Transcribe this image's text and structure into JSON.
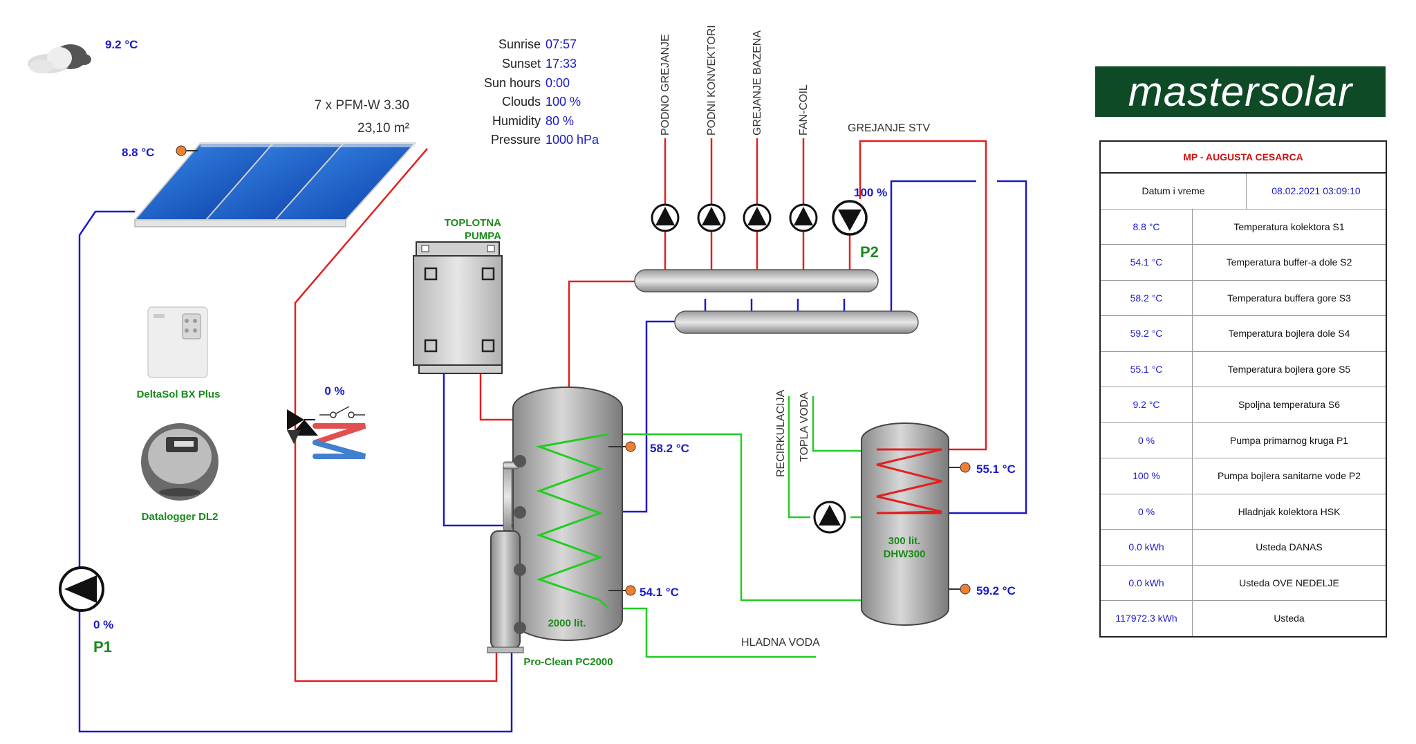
{
  "weather": {
    "outdoor_temp": "9.2 °C",
    "icon": "cloudy-icon"
  },
  "sun_info": [
    {
      "label": "Sunrise",
      "value": "07:57"
    },
    {
      "label": "Sunset",
      "value": "17:33"
    },
    {
      "label": "Sun hours",
      "value": "0:00"
    },
    {
      "label": "Clouds",
      "value": "100 %"
    },
    {
      "label": "Humidity",
      "value": "80 %"
    },
    {
      "label": "Pressure",
      "value": "1000 hPa"
    }
  ],
  "collector": {
    "model": "7 x PFM-W 3.30",
    "area": "23,10 m²",
    "temp": "8.8 °C"
  },
  "heat_pump_label": [
    "TOPLOTNA",
    "PUMPA"
  ],
  "circuits": [
    "PODNO GREJANJE",
    "PODNI KONVEKTORI",
    "GREJANJE BAZENA",
    "FAN-COIL"
  ],
  "stv_label": "GREJANJE STV",
  "pump_p2": {
    "name": "P2",
    "value": "100 %"
  },
  "pump_p1": {
    "name": "P1",
    "value": "0 %"
  },
  "cooler": {
    "value": "0 %"
  },
  "devices": {
    "controller": "DeltaSol BX Plus",
    "datalogger": "Datalogger DL2"
  },
  "buffer_tank": {
    "capacity": "2000 lit.",
    "model": "Pro-Clean PC2000",
    "temp_top": "58.2 °C",
    "temp_bottom": "54.1 °C"
  },
  "dhw_tank": {
    "capacity": "300 lit.",
    "model": "DHW300",
    "temp_top": "55.1 °C",
    "temp_bottom": "59.2 °C"
  },
  "pipe_labels": {
    "recirculation": "RECIRKULACIJA",
    "hot_water": "TOPLA VODA",
    "cold_water": "HLADNA VODA"
  },
  "brand": "mastersolar",
  "status": {
    "title": "MP - AUGUSTA CESARCA",
    "datetime_label": "Datum i vreme",
    "datetime_value": "08.02.2021 03:09:10",
    "rows": [
      {
        "value": "8.8 °C",
        "label": "Temperatura kolektora S1"
      },
      {
        "value": "54.1 °C",
        "label": "Temperatura buffer-a dole S2"
      },
      {
        "value": "58.2 °C",
        "label": "Temperatura buffera gore S3"
      },
      {
        "value": "59.2 °C",
        "label": "Temperatura bojlera dole S4"
      },
      {
        "value": "55.1 °C",
        "label": "Temperatura bojlera gore S5"
      },
      {
        "value": "9.2 °C",
        "label": "Spoljna temperatura S6"
      },
      {
        "value": "0 %",
        "label": "Pumpa primarnog kruga P1"
      },
      {
        "value": "100 %",
        "label": "Pumpa bojlera sanitarne vode P2"
      },
      {
        "value": "0 %",
        "label": "Hladnjak kolektora HSK"
      },
      {
        "value": "0.0 kWh",
        "label": "Usteda DANAS"
      },
      {
        "value": "0.0 kWh",
        "label": "Usteda OVE NEDELJE"
      },
      {
        "value": "117972.3 kWh",
        "label": "Usteda"
      }
    ]
  },
  "colors": {
    "hot": "#e02020",
    "cold": "#1a1ac8",
    "loop": "#22cc22",
    "label_green": "#1a8a1a",
    "brand_bg": "#0d4a25"
  }
}
